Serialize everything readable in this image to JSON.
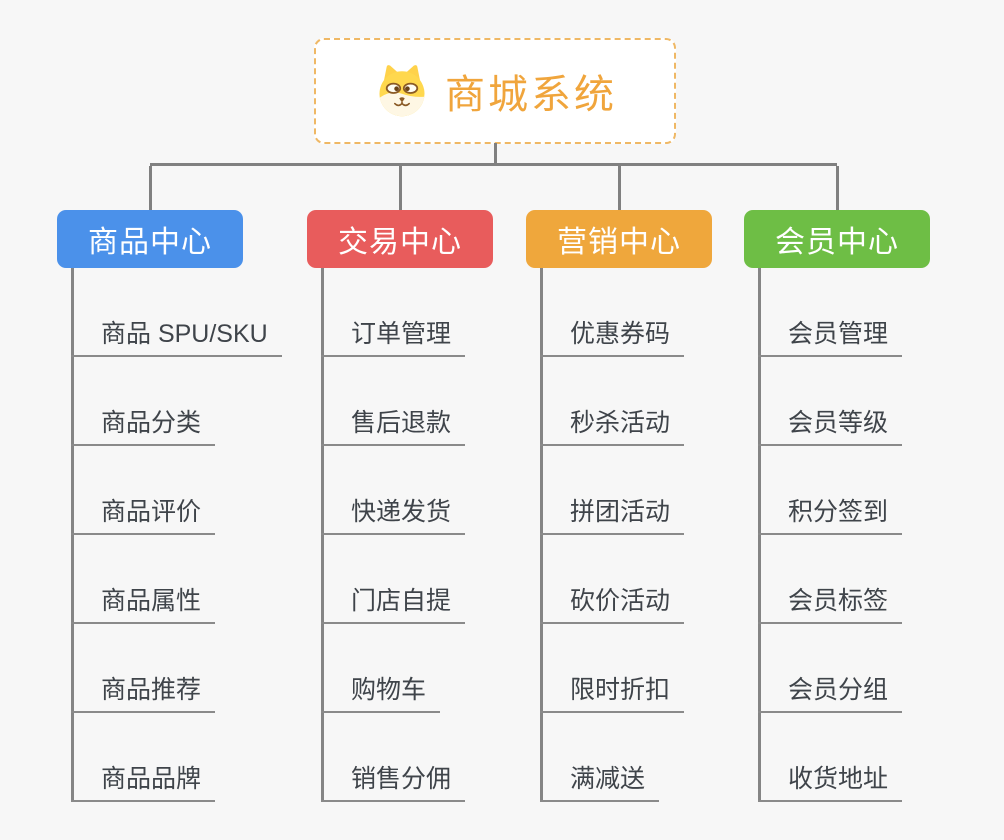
{
  "root": {
    "title": "商城系统",
    "icon": "dog-icon",
    "title_color": "#f0a53c",
    "border_color": "#efb865"
  },
  "connector_color": "#808080",
  "branches": [
    {
      "label": "商品中心",
      "color": "#4b91ea",
      "items": [
        "商品 SPU/SKU",
        "商品分类",
        "商品评价",
        "商品属性",
        "商品推荐",
        "商品品牌"
      ]
    },
    {
      "label": "交易中心",
      "color": "#e85c5c",
      "items": [
        "订单管理",
        "售后退款",
        "快递发货",
        "门店自提",
        "购物车",
        "销售分佣"
      ]
    },
    {
      "label": "营销中心",
      "color": "#efa73c",
      "items": [
        "优惠券码",
        "秒杀活动",
        "拼团活动",
        "砍价活动",
        "限时折扣",
        "满减送"
      ]
    },
    {
      "label": "会员中心",
      "color": "#6ebe45",
      "items": [
        "会员管理",
        "会员等级",
        "积分签到",
        "会员标签",
        "会员分组",
        "收货地址"
      ]
    }
  ]
}
